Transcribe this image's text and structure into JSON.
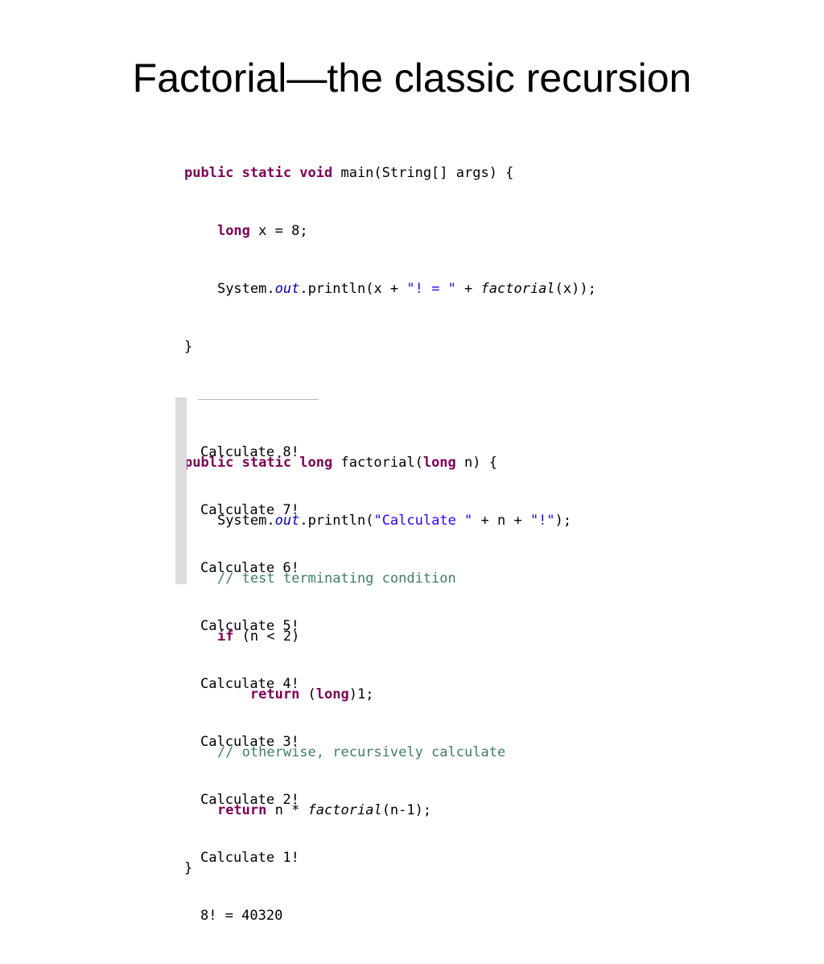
{
  "slide": {
    "title": "Factorial—the classic recursion"
  },
  "code": {
    "main_sig_kw": "public static void",
    "main_sig_rest": " main(String[] args) {",
    "line2_indent": "    ",
    "line2_kw": "long",
    "line2_rest": " x = 8;",
    "line3_indent": "    ",
    "line3_a": "System.",
    "line3_field": "out",
    "line3_b": ".println(x + ",
    "line3_str": "\"! = \"",
    "line3_c": " + ",
    "line3_call": "factorial",
    "line3_d": "(x));",
    "line4": "}",
    "fact_sig_kw": "public static long",
    "fact_sig_a": " factorial(",
    "fact_sig_kw2": "long",
    "fact_sig_b": " n) {",
    "line7_indent": "    ",
    "line7_a": "System.",
    "line7_field": "out",
    "line7_b": ".println(",
    "line7_str1": "\"Calculate \"",
    "line7_c": " + n + ",
    "line7_str2": "\"!\"",
    "line7_d": ");",
    "line8_indent": "    ",
    "line8_comment": "// test terminating condition",
    "line9_indent": "    ",
    "line9_kw": "if",
    "line9_rest": " (n < 2)",
    "line10_indent": "        ",
    "line10_kw": "return",
    "line10_a": " (",
    "line10_kw2": "long",
    "line10_b": ")1;",
    "line11_indent": "    ",
    "line11_comment": "// otherwise, recursively calculate",
    "line12_indent": "    ",
    "line12_kw": "return",
    "line12_a": " n * ",
    "line12_call": "factorial",
    "line12_b": "(n-1);",
    "line13": "}"
  },
  "console": {
    "lines": [
      "Calculate 8!",
      "Calculate 7!",
      "Calculate 6!",
      "Calculate 5!",
      "Calculate 4!",
      "Calculate 3!",
      "Calculate 2!",
      "Calculate 1!",
      "8! = 40320"
    ]
  },
  "colors": {
    "keyword": "#7f0055",
    "string": "#2a00ff",
    "field": "#0000c0",
    "comment": "#3f7f5f",
    "gutter": "#dcdcdc"
  }
}
